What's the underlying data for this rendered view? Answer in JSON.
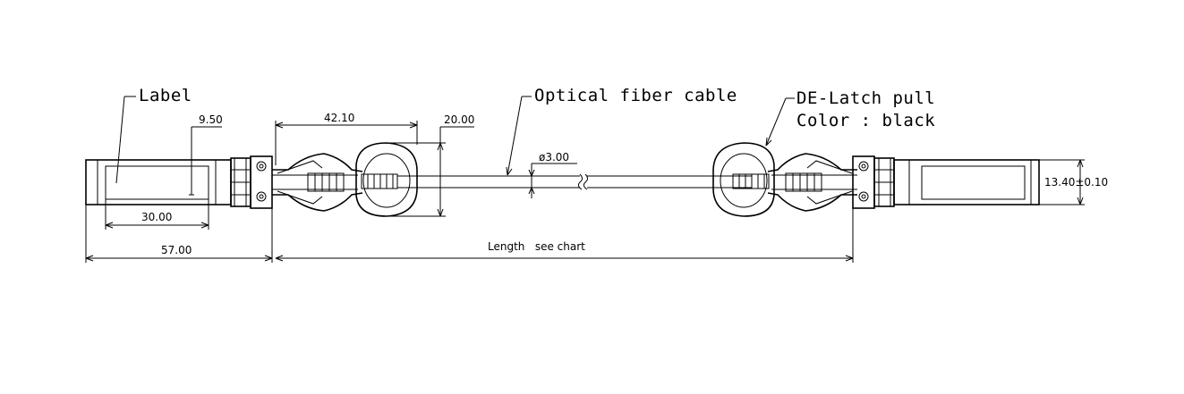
{
  "callouts": {
    "label": "Label",
    "optical_fiber": "Optical fiber cable",
    "delatch_line1": "DE-Latch pull",
    "delatch_line2": "Color : black"
  },
  "dimensions": {
    "label_height": "9.50",
    "pull_tab_length": "42.10",
    "pull_tab_height": "20.00",
    "cable_diameter": "ø3.00",
    "label_width": "30.00",
    "module_length": "57.00",
    "length": "Length   see chart",
    "module_height": "13.40±0.10"
  }
}
